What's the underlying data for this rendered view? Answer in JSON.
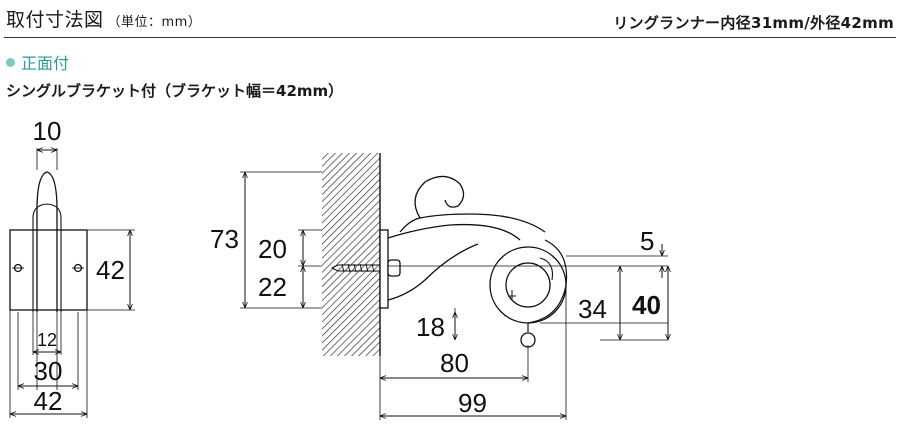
{
  "header": {
    "title": "取付寸法図",
    "unit": "（単位：mm）",
    "spec": "リングランナー内径31mm/外径42mm"
  },
  "section": {
    "label": "正面付"
  },
  "subtitle": "シングルブラケット付（ブラケット幅＝42mm）",
  "dimensions": {
    "front": {
      "width_top": "10",
      "height": "42",
      "inner": "12",
      "holes": "30",
      "width_bottom": "42"
    },
    "side": {
      "overall_height": "73",
      "upper": "20",
      "lower": "22",
      "offset": "5",
      "ring_drop": "18",
      "ring_height": "34",
      "total_height": "40",
      "ring_center": "80",
      "depth": "99"
    }
  }
}
